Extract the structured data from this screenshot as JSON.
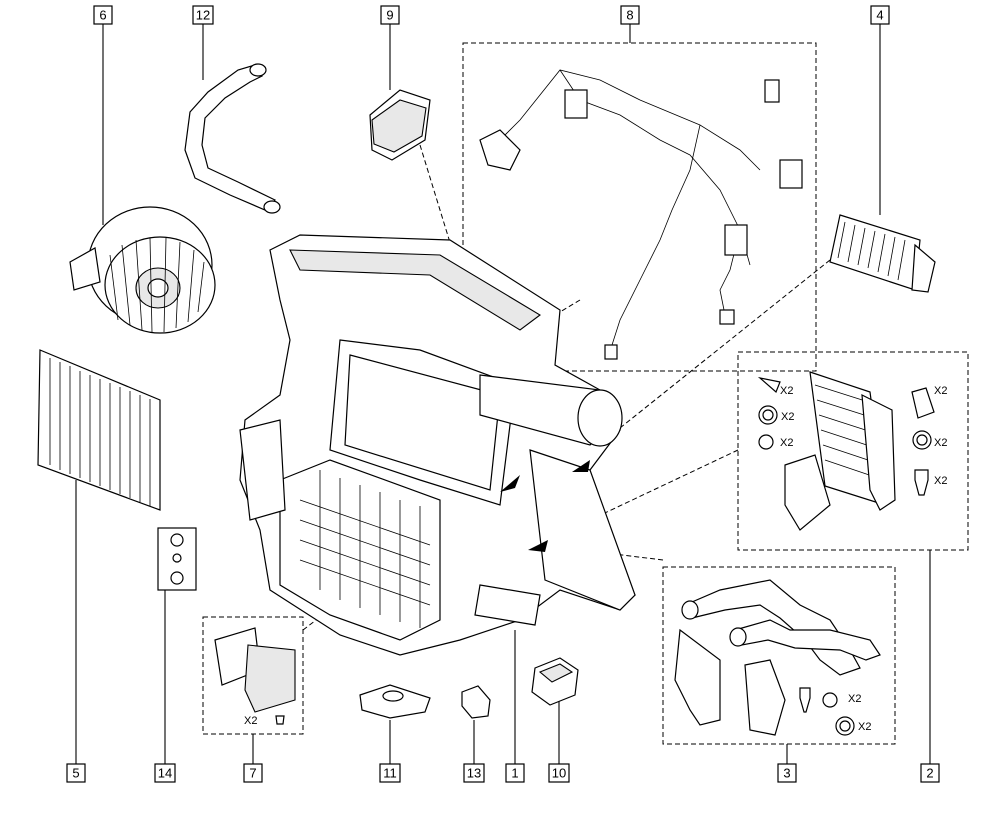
{
  "callouts": {
    "c1": "1",
    "c2": "2",
    "c3": "3",
    "c4": "4",
    "c5": "5",
    "c6": "6",
    "c7": "7",
    "c8": "8",
    "c9": "9",
    "c10": "10",
    "c11": "11",
    "c12": "12",
    "c13": "13",
    "c14": "14"
  },
  "quantities": {
    "q2a": "X2",
    "q2b": "X2",
    "q2c": "X2",
    "q2d": "X2",
    "q2e": "X2",
    "q2f": "X2",
    "q3a": "X2",
    "q3b": "X2",
    "q7": "X2"
  }
}
